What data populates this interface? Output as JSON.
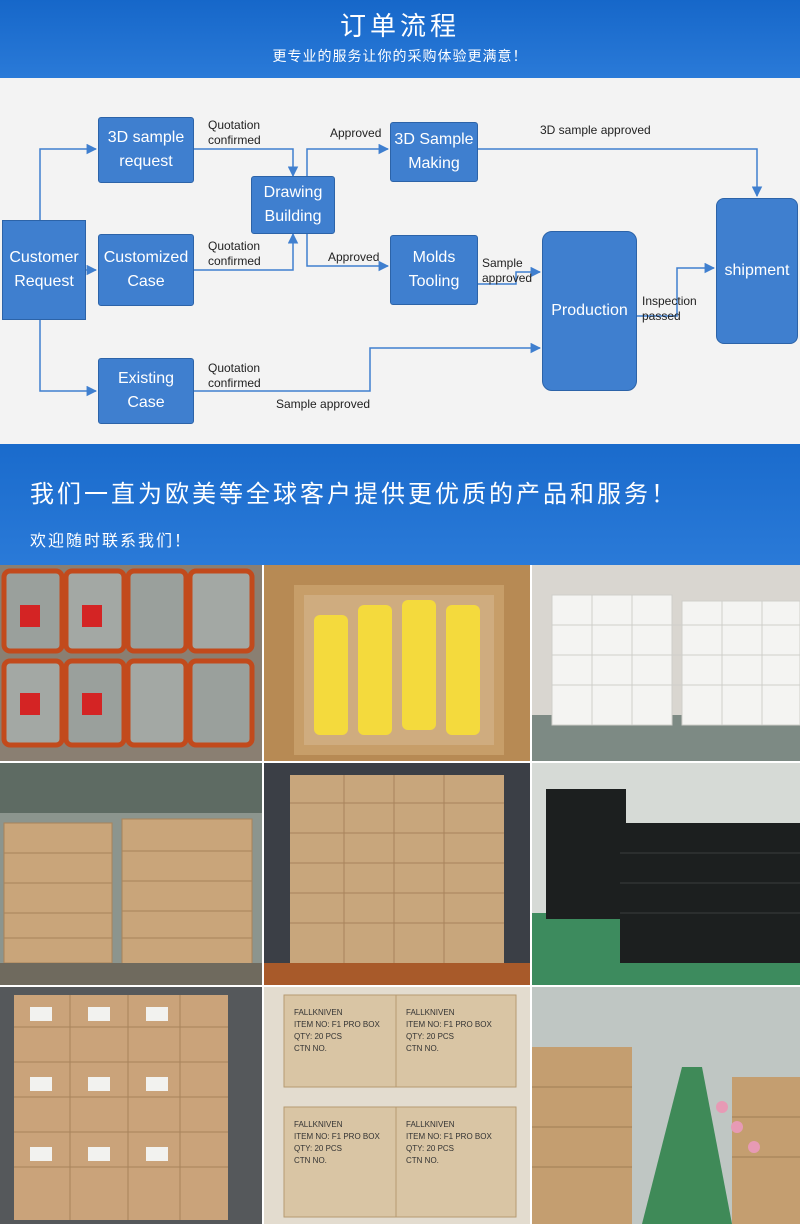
{
  "top_banner": {
    "title": "订单流程",
    "subtitle": "更专业的服务让你的采购体验更满意！"
  },
  "flow": {
    "nodes": {
      "customer_request": "Customer\nRequest",
      "sample_request": "3D sample\nrequest",
      "customized_case": "Customized\nCase",
      "existing_case": "Existing\nCase",
      "drawing_building": "Drawing\nBuilding",
      "sample_making": "3D Sample\nMaking",
      "molds_tooling": "Molds\nTooling",
      "production": "Production",
      "shipment": "shipment"
    },
    "labels": {
      "quotation_1": "Quotation\nconfirmed",
      "quotation_2": "Quotation\nconfirmed",
      "quotation_3": "Quotation\nconfirmed",
      "approved_1": "Approved",
      "approved_2": "Approved",
      "sample_3d_approved": "3D sample approved",
      "sample_approved_1": "Sample\napproved",
      "inspection_passed": "Inspection\npassed",
      "sample_approved_2": "Sample approved"
    },
    "colors": {
      "node": "#3f7fcf",
      "arrow": "#3f7fcf"
    }
  },
  "mid_banner": {
    "title": "我们一直为欧美等全球客户提供更优质的产品和服务！",
    "subtitle": "欢迎随时联系我们！"
  },
  "gallery": {
    "photos": [
      {
        "name": "photo-orange-cases-in-packaging",
        "box_text": ""
      },
      {
        "name": "photo-yellow-cases-in-carton",
        "box_text": ""
      },
      {
        "name": "photo-white-boxes-stacked",
        "box_text": ""
      },
      {
        "name": "photo-cartons-on-pallet",
        "box_text": ""
      },
      {
        "name": "photo-container-loading",
        "box_text": ""
      },
      {
        "name": "photo-black-boxes-warehouse",
        "box_text": ""
      },
      {
        "name": "photo-labeled-cartons-pallet",
        "box_text": ""
      },
      {
        "name": "photo-fallkniven-cartons",
        "box_text": "FALLKNIVEN\nITEM NO: F1 PRO BOX\nQTY:  20 PCS\nCTN NO."
      },
      {
        "name": "photo-factory-floor",
        "box_text": ""
      }
    ]
  }
}
